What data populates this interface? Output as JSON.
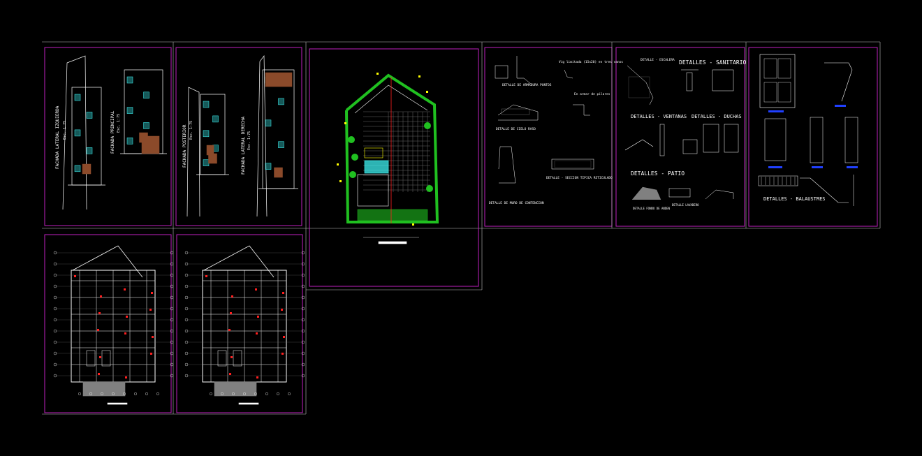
{
  "colors": {
    "background": "#000000",
    "sheet_border": "#c020c0",
    "outline": "#bfbfbf",
    "wall": "#ffffff",
    "red": "#ff2020",
    "cyan": "#40ffff",
    "green": "#20c020",
    "yellow": "#ffff00",
    "brown": "#8b4a2a",
    "gray": "#808080"
  },
  "labels": {
    "elev_lateral_izq": "FACHADA LATERAL IZQUIERDA",
    "elev_principal": "FACHADA PRINCIPAL",
    "elev_posterior": "FACHADA POSTERIOR",
    "elev_lateral_der": "FACHADA LATERAL DERECHA",
    "scale": "Esc. 1:75",
    "det_armadura": "DETALLE DE ARMADURA PUNTOS",
    "det_viga": "Vig limitada (15x20) en tres vanos",
    "det_pilares": "En armar de pilares",
    "det_cielo": "DETALLE DE CIELO RASO",
    "det_muro": "DETALLE DE MURO DE CONTENCION",
    "det_seccion": "DETALLE - SECCION TIPICA RETICULADO",
    "det_escalera": "DETALLE - ESCALERA",
    "det_sanitario": "DETALLES - SANITARIO",
    "det_ventanas": "DETALLES - VENTANAS",
    "det_duchas": "DETALLES - DUCHAS",
    "det_patio": "DETALLES - PATIO",
    "det_fondo": "DETALLE FONDO DE ANDEN",
    "det_lavanderia": "DETALLE LAVADERO",
    "det_balaustres": "DETALLES - BALAUSTRES"
  }
}
